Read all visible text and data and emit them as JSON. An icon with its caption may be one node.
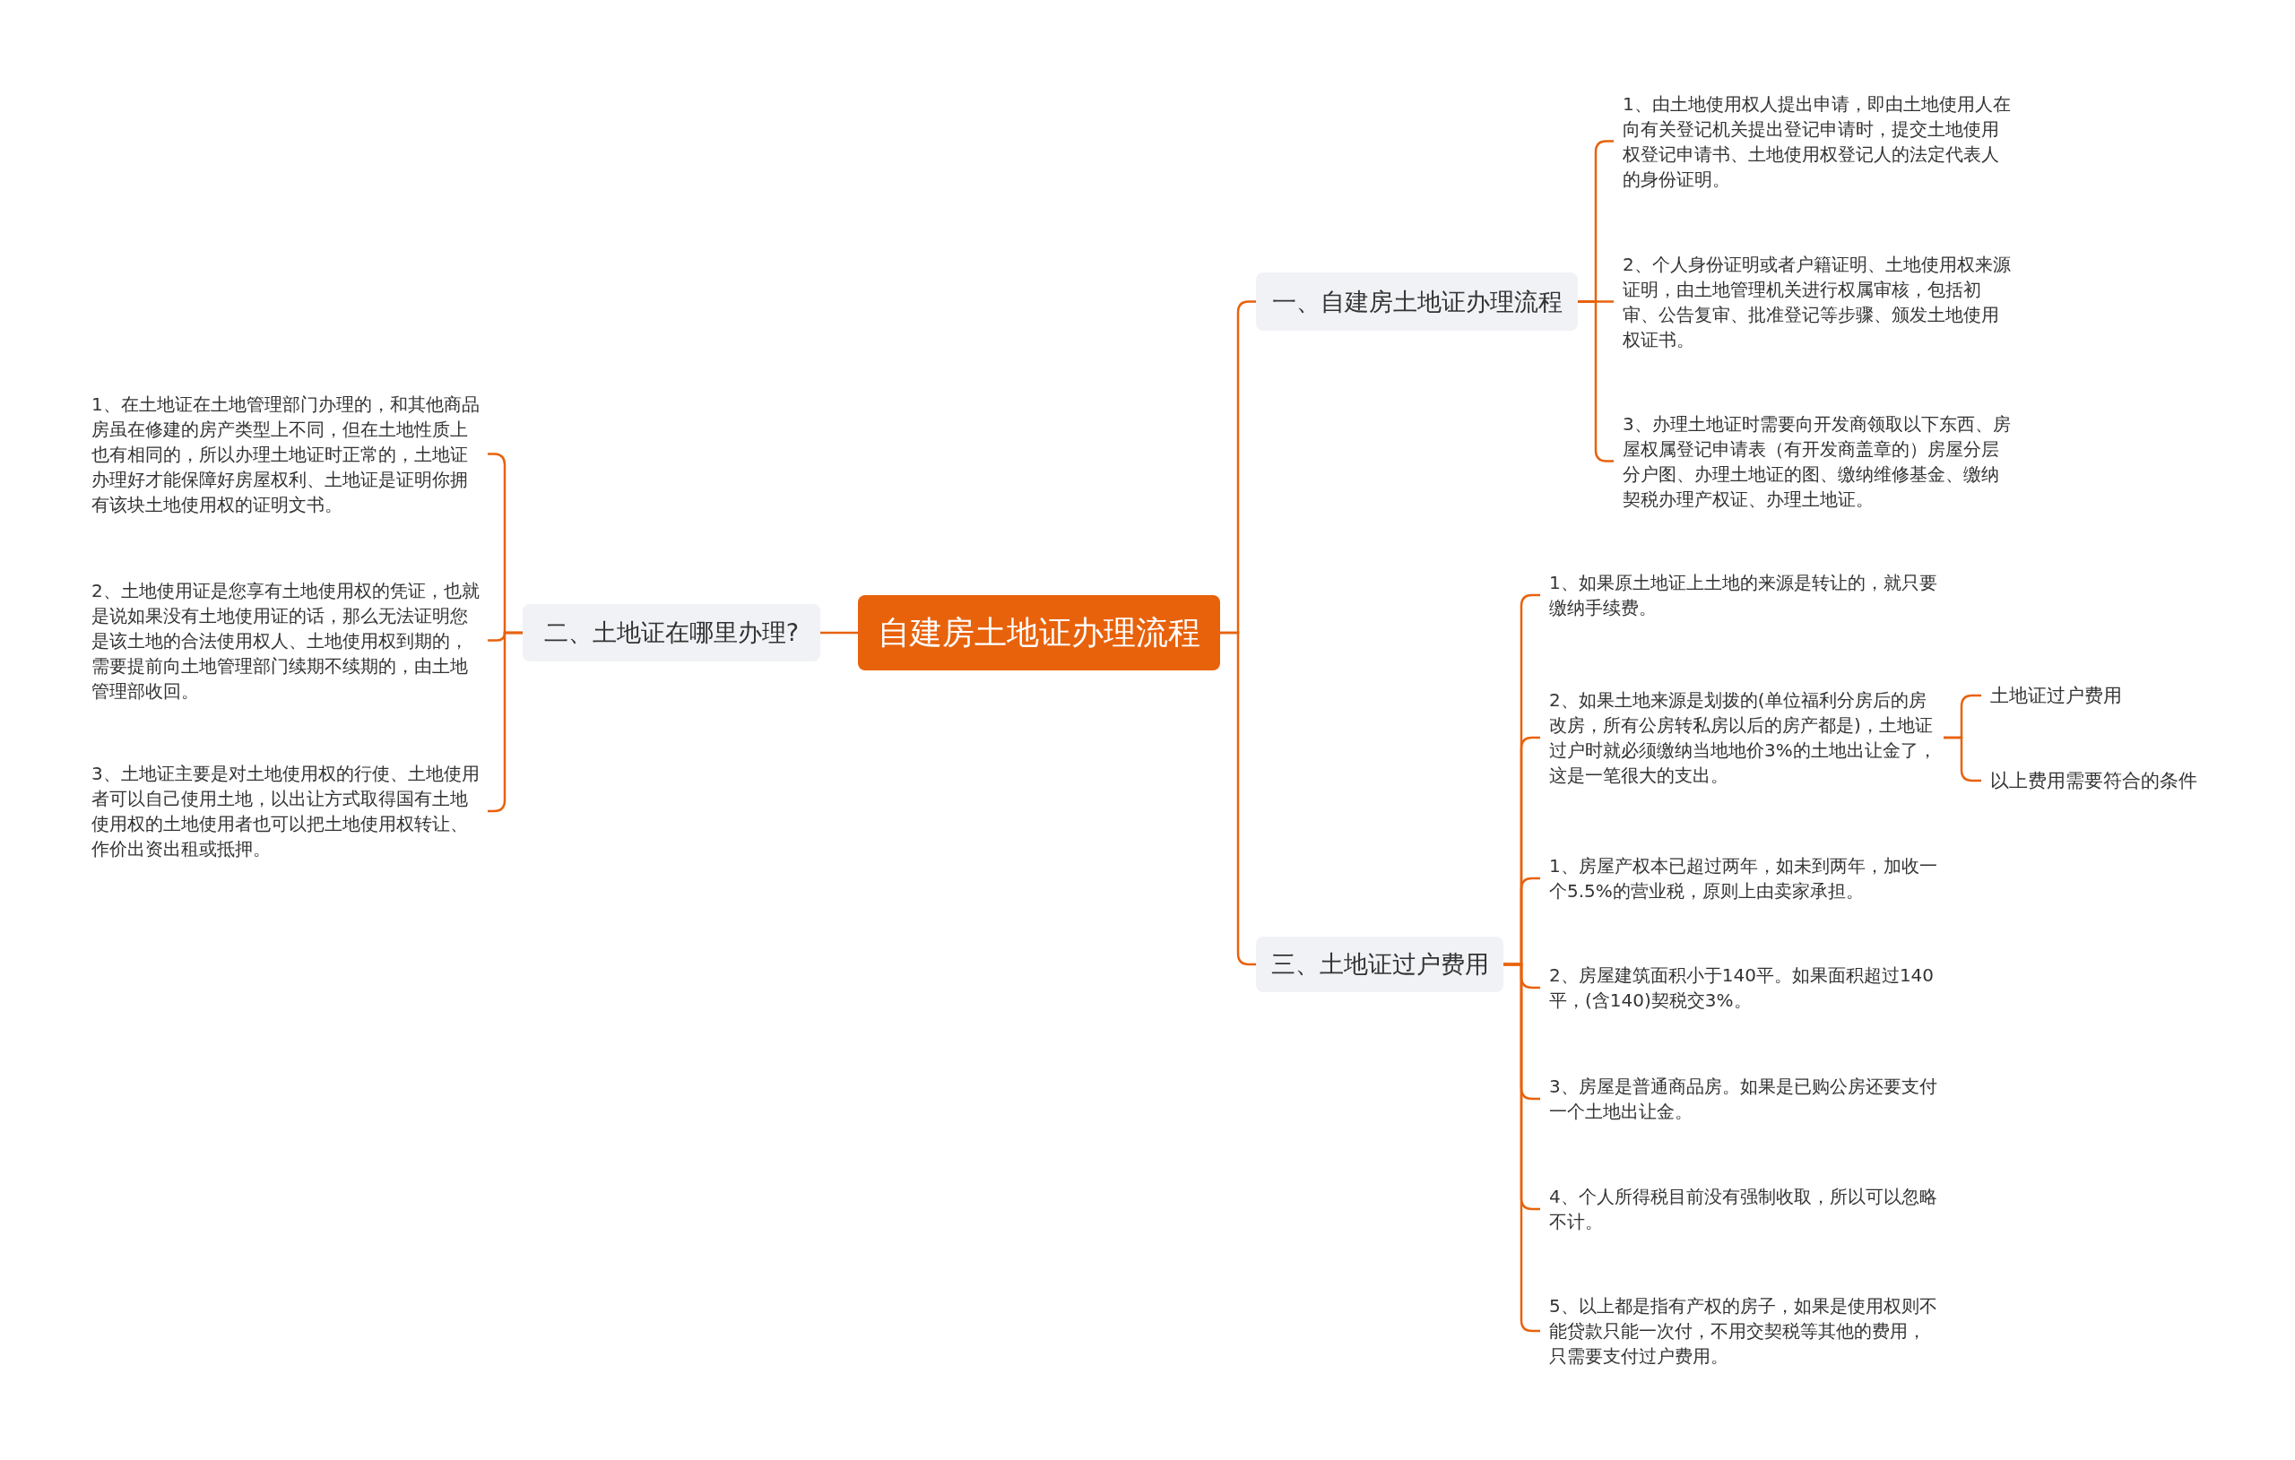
{
  "diagram": {
    "nodes": [
      {
        "text": [
          "自建房土地证办理流程"
        ]
      },
      {
        "text": [
          "一、自建房土地证办理流程"
        ]
      },
      {
        "text": [
          "1、由土地使用权人提出申请，即由土地使用人在向有关登记机关提出登记申请时，提交土地使用权登记申请书、土地使用权登记人的法定代表人的身份证明。"
        ]
      },
      {
        "text": [
          "2、个人身份证明或者户籍证明、土地使用权来源证明，由土地管理机关进行权属审核，包括初审、公告复审、批准登记等步骤、颁发土地使用权证书。"
        ]
      },
      {
        "text": [
          "3、办理土地证时需要向开发商领取以下东西、房屋权属登记申请表（有开发商盖章的）房屋分层分户图、办理土地证的图、缴纳维修基金、缴纳契税办理产权证、办理土地证。"
        ]
      },
      {
        "text": [
          "二、土地证在哪里办理?"
        ]
      },
      {
        "text": [
          "1、在土地证在土地管理部门办理的，和其他商品房虽在修建的房产类型上不同，但在土地性质上也有相同的，所以办理土地证时正常的，土地证办理好才能保障好房屋权利、土地证是证明你拥有该块土地使用权的证明文书。"
        ]
      },
      {
        "text": [
          "2、土地使用证是您享有土地使用权的凭证，也就是说如果没有土地使用证的话，那么无法证明您是该土地的合法使用权人、土地使用权到期的，需要提前向土地管理部门续期不续期的，由土地管理部收回。"
        ]
      },
      {
        "text": [
          "3、土地证主要是对土地使用权的行使、土地使用者可以自己使用土地，以出让方式取得国有土地使用权的土地使用者也可以把土地使用权转让、作价出资出租或抵押。"
        ]
      },
      {
        "text": [
          "三、土地证过户费用"
        ]
      },
      {
        "text": [
          "1、如果原土地证上土地的来源是转让的，就只要缴纳手续费。"
        ]
      },
      {
        "text": [
          "2、如果土地来源是划拨的(单位福利分房后的房改房，所有公房转私房以后的房产都是)，土地证过户时就必须缴纳当地地价3%的土地出让金了，这是一笔很大的支出。"
        ]
      },
      {
        "text": [
          "1、房屋产权本已超过两年，如未到两年，加收一个5.5%的营业税，原则上由卖家承担。"
        ]
      },
      {
        "text": [
          "2、房屋建筑面积小于140平。如果面积超过140平，(含140)契税交3%。"
        ]
      },
      {
        "text": [
          "3、房屋是普通商品房。如果是已购公房还要支付一个土地出让金。"
        ]
      },
      {
        "text": [
          "4、个人所得税目前没有强制收取，所以可以忽略不计。"
        ]
      },
      {
        "text": [
          "5、以上都是指有产权的房子，如果是使用权则不能贷款只能一次付，不用交契税等其他的费用，只需要支付过户费用。"
        ]
      },
      {
        "text": [
          "土地证过户费用"
        ]
      },
      {
        "text": [
          "以上费用需要符合的条件"
        ]
      }
    ],
    "edges": [
      {
        "from": 0,
        "to": 1,
        "arrow": "none"
      },
      {
        "from": 1,
        "to": 2,
        "arrow": "none"
      },
      {
        "from": 1,
        "to": 3,
        "arrow": "none"
      },
      {
        "from": 1,
        "to": 4,
        "arrow": "none"
      },
      {
        "from": 0,
        "to": 5,
        "arrow": "none"
      },
      {
        "from": 5,
        "to": 6,
        "arrow": "none"
      },
      {
        "from": 5,
        "to": 7,
        "arrow": "none"
      },
      {
        "from": 5,
        "to": 8,
        "arrow": "none"
      },
      {
        "from": 0,
        "to": 9,
        "arrow": "none"
      },
      {
        "from": 9,
        "to": 10,
        "arrow": "none"
      },
      {
        "from": 9,
        "to": 11,
        "arrow": "none"
      },
      {
        "from": 9,
        "to": 12,
        "arrow": "none"
      },
      {
        "from": 9,
        "to": 13,
        "arrow": "none"
      },
      {
        "from": 9,
        "to": 14,
        "arrow": "none"
      },
      {
        "from": 9,
        "to": 15,
        "arrow": "none"
      },
      {
        "from": 9,
        "to": 16,
        "arrow": "none"
      },
      {
        "from": 11,
        "to": 17,
        "arrow": "none"
      },
      {
        "from": 11,
        "to": 18,
        "arrow": "none"
      }
    ]
  }
}
